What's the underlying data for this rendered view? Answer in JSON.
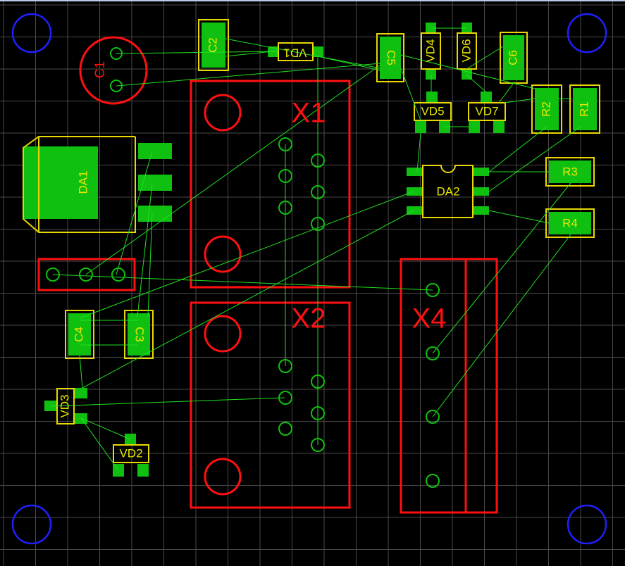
{
  "colors": {
    "background": "#000000",
    "grid": "#4a4a4a",
    "mount_hole": "#2020ff",
    "outline_red": "#ff1010",
    "outline_yellow": "#e8d800",
    "pad_green": "#10c010",
    "hole_green": "#10c010",
    "ratsnest": "#20e020",
    "text_yellow": "#e8e800",
    "text_red": "#ff1010",
    "top_border": "#b8c8e8"
  },
  "labels": {
    "C1": "C1",
    "C2": "C2",
    "C3": "C3",
    "C4": "C4",
    "C5": "C5",
    "C6": "C6",
    "VD1": "VD1",
    "VD2": "VD2",
    "VD3": "VD3",
    "VD4": "VD4",
    "VD5": "VD5",
    "VD6": "VD6",
    "VD7": "VD7",
    "R1": "R1",
    "R2": "R2",
    "R3": "R3",
    "R4": "R4",
    "DA1": "DA1",
    "DA2": "DA2",
    "X1": "X1",
    "X2": "X2",
    "X4": "X4"
  }
}
